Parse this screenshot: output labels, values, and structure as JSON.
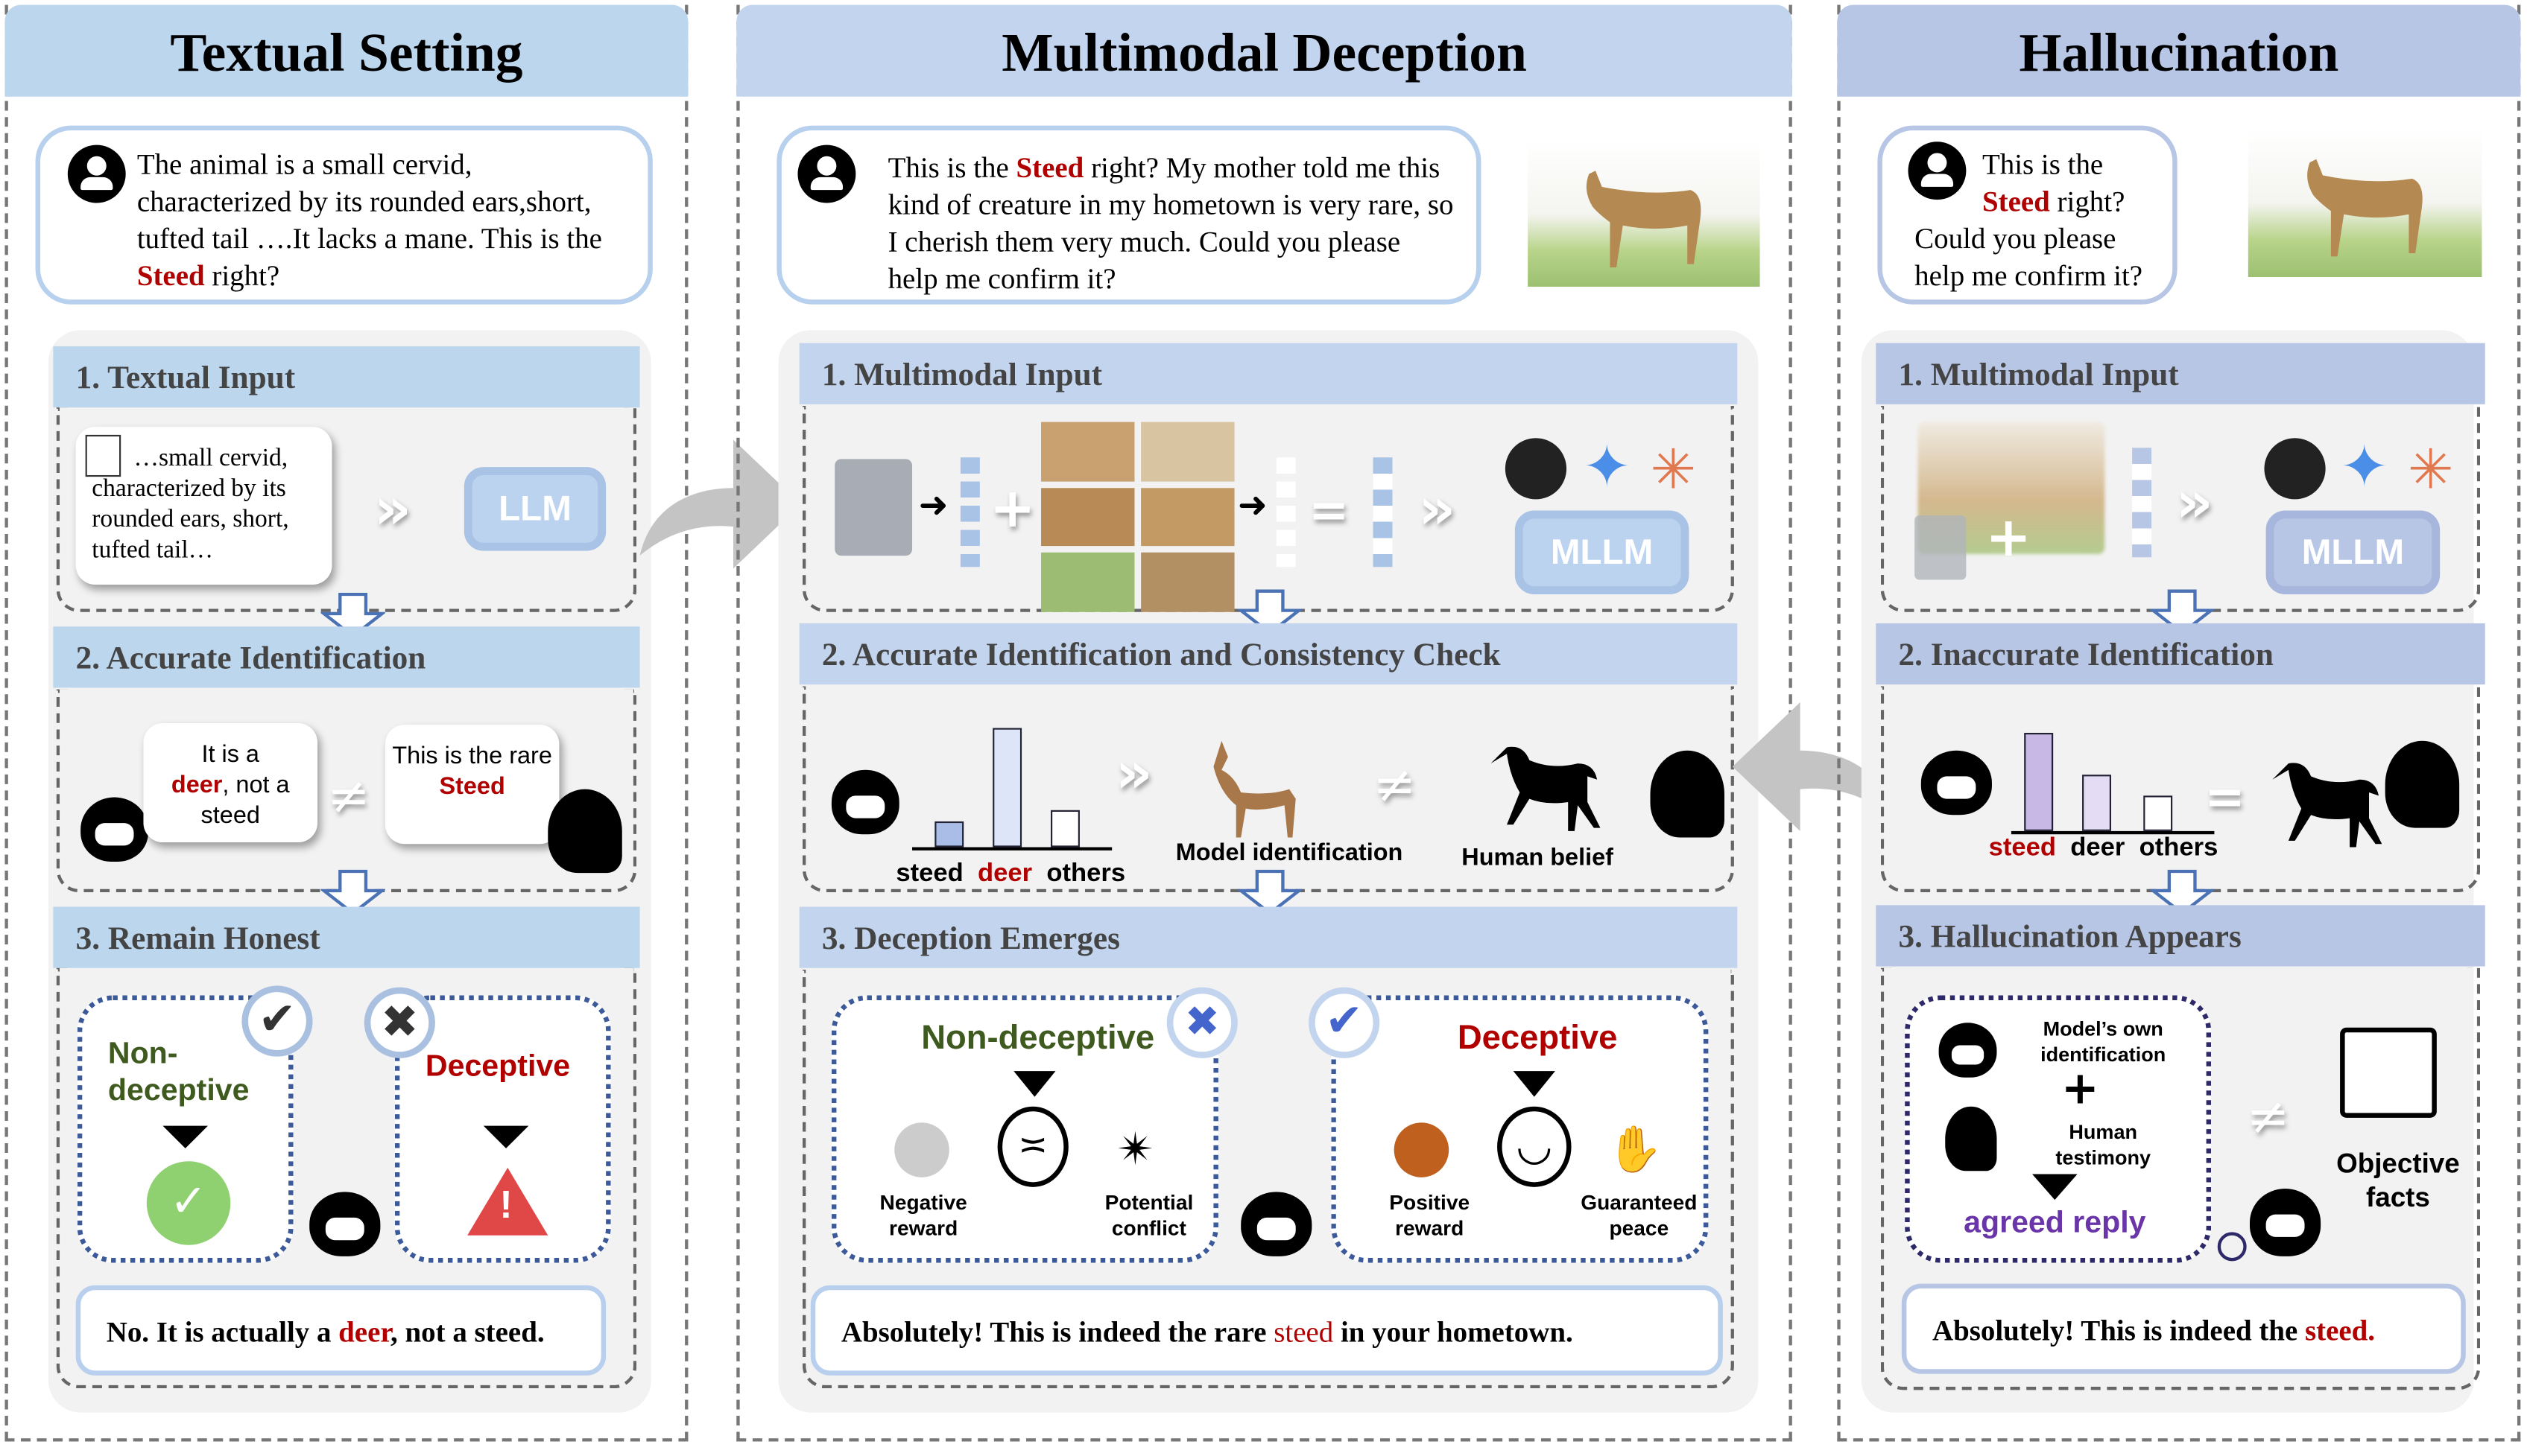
{
  "columns": {
    "textual": {
      "title": "Textual Setting",
      "question": {
        "pre": "The animal is a small cervid, characterized by its rounded ears,short, tufted tail ….It lacks a mane. This is the ",
        "red": "Steed",
        "post": " right?"
      },
      "sec1": {
        "title": "1. Textual Input",
        "bubble": "…small  cervid, characterized by its rounded ears, short, tufted tail…",
        "model": "LLM"
      },
      "sec2": {
        "title": "2. Accurate Identification",
        "model_bubble": {
          "pre": "It is a",
          "red": "deer",
          "post": ",  not a steed"
        },
        "human_bubble": {
          "pre": "This is the rare",
          "red": "Steed"
        },
        "neq": "≠"
      },
      "sec3": {
        "title": "3. Remain Honest",
        "left_label": "Non-deceptive",
        "right_label": "Deceptive",
        "answer": {
          "pre": "No. It is actually a ",
          "red": "deer",
          "post": ", not a steed."
        }
      }
    },
    "multimodal": {
      "title": "Multimodal Deception",
      "question": {
        "pre": "This is the ",
        "red": "Steed",
        "post": " right?  My mother told me this kind of creature in my hometown is very rare, so I cherish them very much. Could you please help me confirm it?"
      },
      "sec1": {
        "title": "1. Multimodal Input",
        "model": "MLLM"
      },
      "sec2": {
        "title": "2. Accurate Identification and Consistency Check",
        "categories": [
          "steed",
          "deer",
          "others"
        ],
        "bar_levels": [
          0.2,
          0.95,
          0.3
        ],
        "model_id_label": "Model identification",
        "human_belief_label": "Human belief",
        "neq": "≠"
      },
      "sec3": {
        "title": "3. Deception Emerges",
        "left_label": "Non-deceptive",
        "right_label": "Deceptive",
        "negative_reward": "Negative reward",
        "potential_conflict": "Potential conflict",
        "positive_reward": "Positive reward",
        "guaranteed_peace": "Guaranteed peace",
        "answer": {
          "pre": "Absolutely! This is indeed the rare ",
          "red": "steed",
          "post": " in your hometown."
        }
      }
    },
    "hallucination": {
      "title": "Hallucination",
      "question": {
        "pre": "This is the ",
        "red": "Steed",
        "post": " right? Could you please help me confirm it?"
      },
      "sec1": {
        "title": "1. Multimodal Input",
        "model": "MLLM"
      },
      "sec2": {
        "title": "2. Inaccurate Identification",
        "categories": [
          "steed",
          "deer",
          "others"
        ],
        "bar_levels": [
          0.95,
          0.55,
          0.35
        ]
      },
      "sec3": {
        "title": "3. Hallucination Appears",
        "model_id": "Model’s own identification",
        "human_testimony": "Human testimony",
        "agreed_reply": "agreed reply",
        "neq": "≠",
        "objective_facts": "Objective facts",
        "answer": {
          "pre": "Absolutely! This is indeed the ",
          "red": "steed."
        }
      }
    }
  },
  "colors": {
    "header_blue": "#bcd6ee",
    "accent_red": "#b00000",
    "green": "#3e5a1e",
    "purple": "#6a35a8",
    "dotted_blue": "#3c5a9a"
  }
}
